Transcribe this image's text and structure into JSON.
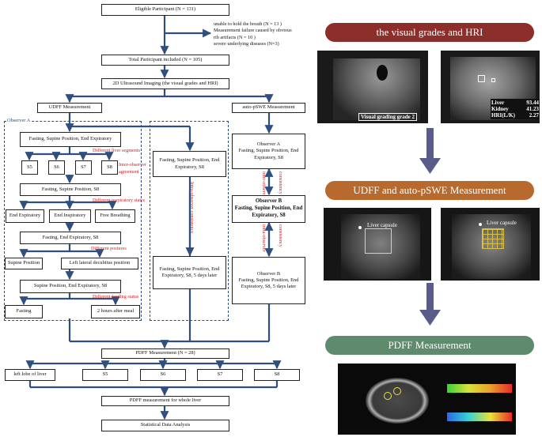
{
  "flow": {
    "eligible": "Eligible Participant (N = 131)",
    "exclusions": [
      "unable to hold the breath (N = 13 )",
      "Measurement failure caused by obvious",
      "rib artifacts (N = 10 )",
      "severe underlying diseases (N=3)"
    ],
    "total": "Total Participant included (N = 105)",
    "imaging": "2D Ultrasound Imaging (the visual grades and HRI)",
    "udff": "UDFF Measurement",
    "pswe": "auto-pSWE Measurement",
    "observer_a_label": "Observer A",
    "fse_expiratory": "Fasting, Supine Position, End Expiratory",
    "diff_segments": "Different liver segments",
    "segments": [
      "S5",
      "S6",
      "S7",
      "S8"
    ],
    "inter_observer": "Inter-observer",
    "agreement": "agreement",
    "fs_s8": "Fasting, Supine Position, S8",
    "diff_resp": "Different respiratory states",
    "resp_states": [
      "End Expiratory",
      "End Inspiratory",
      "Free Breathing"
    ],
    "fee_s8": "Fasting, End Expiratory, S8",
    "diff_postures": "Different postures",
    "postures": [
      "Supine Position",
      "Left lateral decubitus position"
    ],
    "spe_s8": "Supine Position, End Expiratory, S8",
    "diff_feeding": "Different feeding status",
    "feeding": [
      "Fasting",
      "2 hours after meal"
    ],
    "mid_top": "Fasting, Supine Position, End Expiratory, S8",
    "mid_bottom": "Fasting, Supine Position, End Expiratory, S8, 5 days later",
    "intra_observer_consistency": "Intra-observer consistency",
    "obs_a_title": "Observer A",
    "obs_a_body": "Fasting, Supine Position, End Expiratory, S8",
    "inter_observer_v": "inter-observer",
    "consistency": "consistency",
    "obs_b_title": "Observer B",
    "obs_b_body": "Fasting, Supine Position, End Expiratory, S8",
    "intra_observer_v": "intra-observer",
    "obs_b2_title": "Observer B",
    "obs_b2_body": "Fasting, Supine Position, End Expiratory, S8, 5 days later",
    "pdff": "PDFF Measurement (N = 28)",
    "pdff_parts": [
      "left lobe of liver",
      "S5",
      "S6",
      "S7",
      "S8"
    ],
    "pdff_whole": "PDFF measurement for whole liver",
    "stats": "Statistical Data Analysis"
  },
  "right": {
    "title1": "the visual grades and HRI",
    "title2": "UDFF and auto-pSWE Measurement",
    "title3": "PDFF Measurement",
    "visual_grade": "Visual grading grade 2",
    "hri_rows": [
      {
        "label": "Liver",
        "value": "93.44"
      },
      {
        "label": "Kidney",
        "value": "41.23"
      },
      {
        "label": "HRI(L/K)",
        "value": "2.27"
      }
    ],
    "liver_capsule": "Liver capsule",
    "colors": {
      "pill1": "#8c2f2a",
      "pill2": "#b8692e",
      "pill3": "#5f8a6c",
      "arrow": "#5a5a8c"
    }
  }
}
